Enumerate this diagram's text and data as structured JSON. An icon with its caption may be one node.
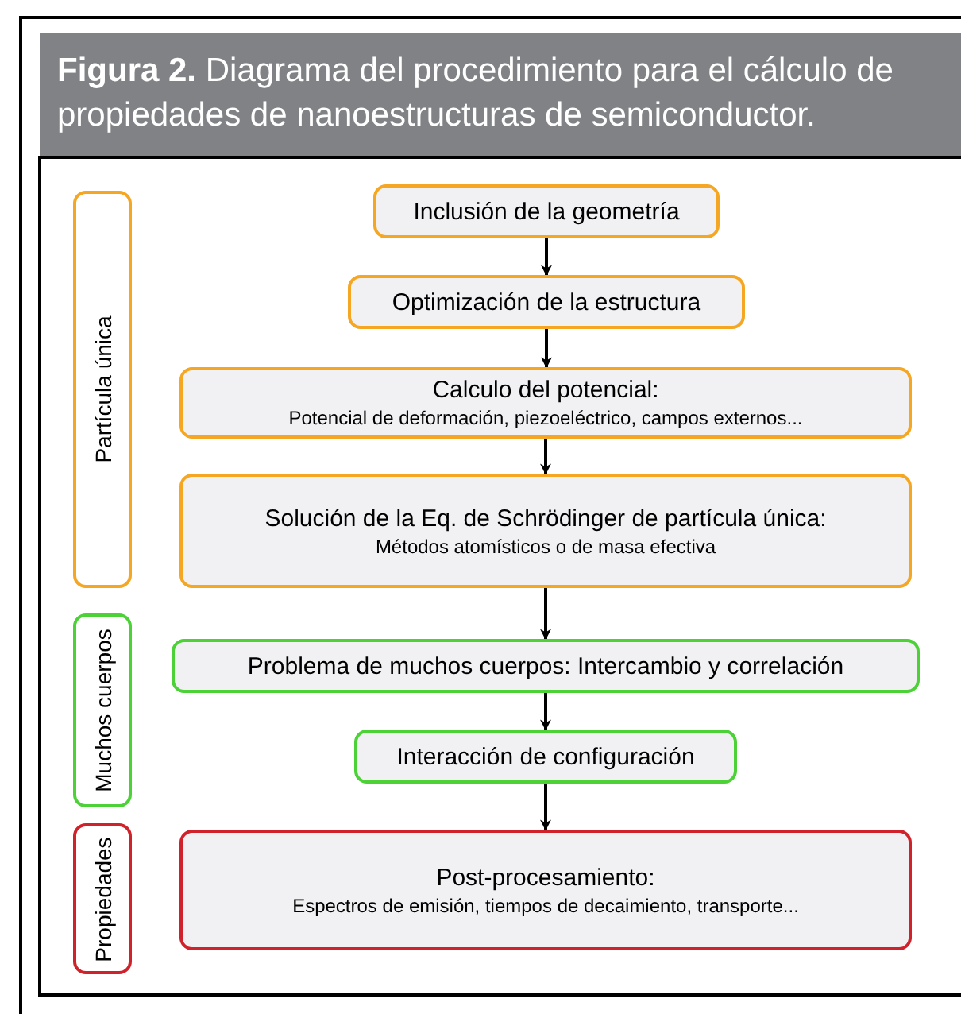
{
  "diagram": {
    "title": "**Figura 2.** Diagrama del procedimiento para el cálculo de propiedades de nanoestructuras de semiconductor.",
    "nodes": [
      {
        "text": [
          "Partícula única"
        ]
      },
      {
        "text": [
          "Inclusión de la geometría"
        ]
      },
      {
        "text": [
          "Optimización de la estructura"
        ]
      },
      {
        "text": [
          "Calculo del potencial:",
          "Potencial de deformación, piezoeléctrico, campos externos..."
        ]
      },
      {
        "text": [
          "Solución de la Eq. de Schrödinger de partícula única:",
          "Métodos atomísticos o de masa efectiva"
        ]
      },
      {
        "text": [
          "Muchos cuerpos"
        ]
      },
      {
        "text": [
          "Problema de muchos cuerpos: Intercambio y correlación"
        ]
      },
      {
        "text": [
          "Interacción de configuración"
        ]
      },
      {
        "text": [
          "Propiedades"
        ]
      },
      {
        "text": [
          "Post-procesamiento:",
          "Espectros de emisión, tiempos de decaimiento, transporte..."
        ]
      }
    ],
    "edges": [
      {
        "from": 1,
        "to": 2,
        "arrow": "to"
      },
      {
        "from": 2,
        "to": 3,
        "arrow": "to"
      },
      {
        "from": 3,
        "to": 4,
        "arrow": "to"
      },
      {
        "from": 4,
        "to": 6,
        "arrow": "to"
      },
      {
        "from": 6,
        "to": 7,
        "arrow": "to"
      },
      {
        "from": 7,
        "to": 9,
        "arrow": "to"
      }
    ]
  }
}
